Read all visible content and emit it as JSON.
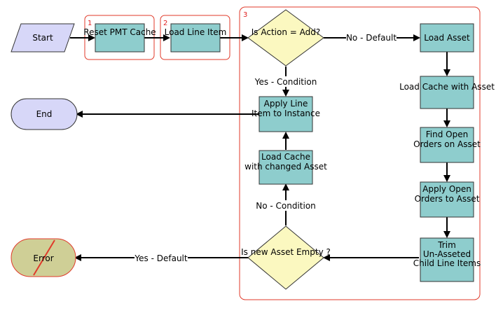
{
  "colors": {
    "process_fill": "#8ecdcd",
    "decision_fill": "#fbf8c0",
    "terminal_fill": "#d7d7f8",
    "error_fill": "#cfcf96",
    "group_border": "#e03a2a"
  },
  "groups": [
    "1",
    "2",
    "3"
  ],
  "nodes": {
    "start": "Start",
    "reset_pmt_cache": "Reset PMT Cache",
    "load_line_item": "Load Line Item",
    "is_action_add": "Is Action = Add?",
    "load_asset": "Load Asset",
    "load_cache_with_asset": "Load Cache with Asset",
    "find_open_orders": "Find Open Orders on Asset",
    "apply_open_orders": "Apply Open Orders to Asset",
    "trim_child_items": "Trim Un-Asseted Child Line Items",
    "is_new_asset_empty": "Is new Asset Empty ?",
    "load_cache_changed": "Load Cache with changed Asset",
    "apply_line_item": "Apply Line Item to Instance",
    "end": "End",
    "error": "Error"
  },
  "edges": {
    "no_default": "No - Default",
    "yes_condition": "Yes - Condition",
    "no_condition": "No - Condition",
    "yes_default": "Yes - Default"
  }
}
